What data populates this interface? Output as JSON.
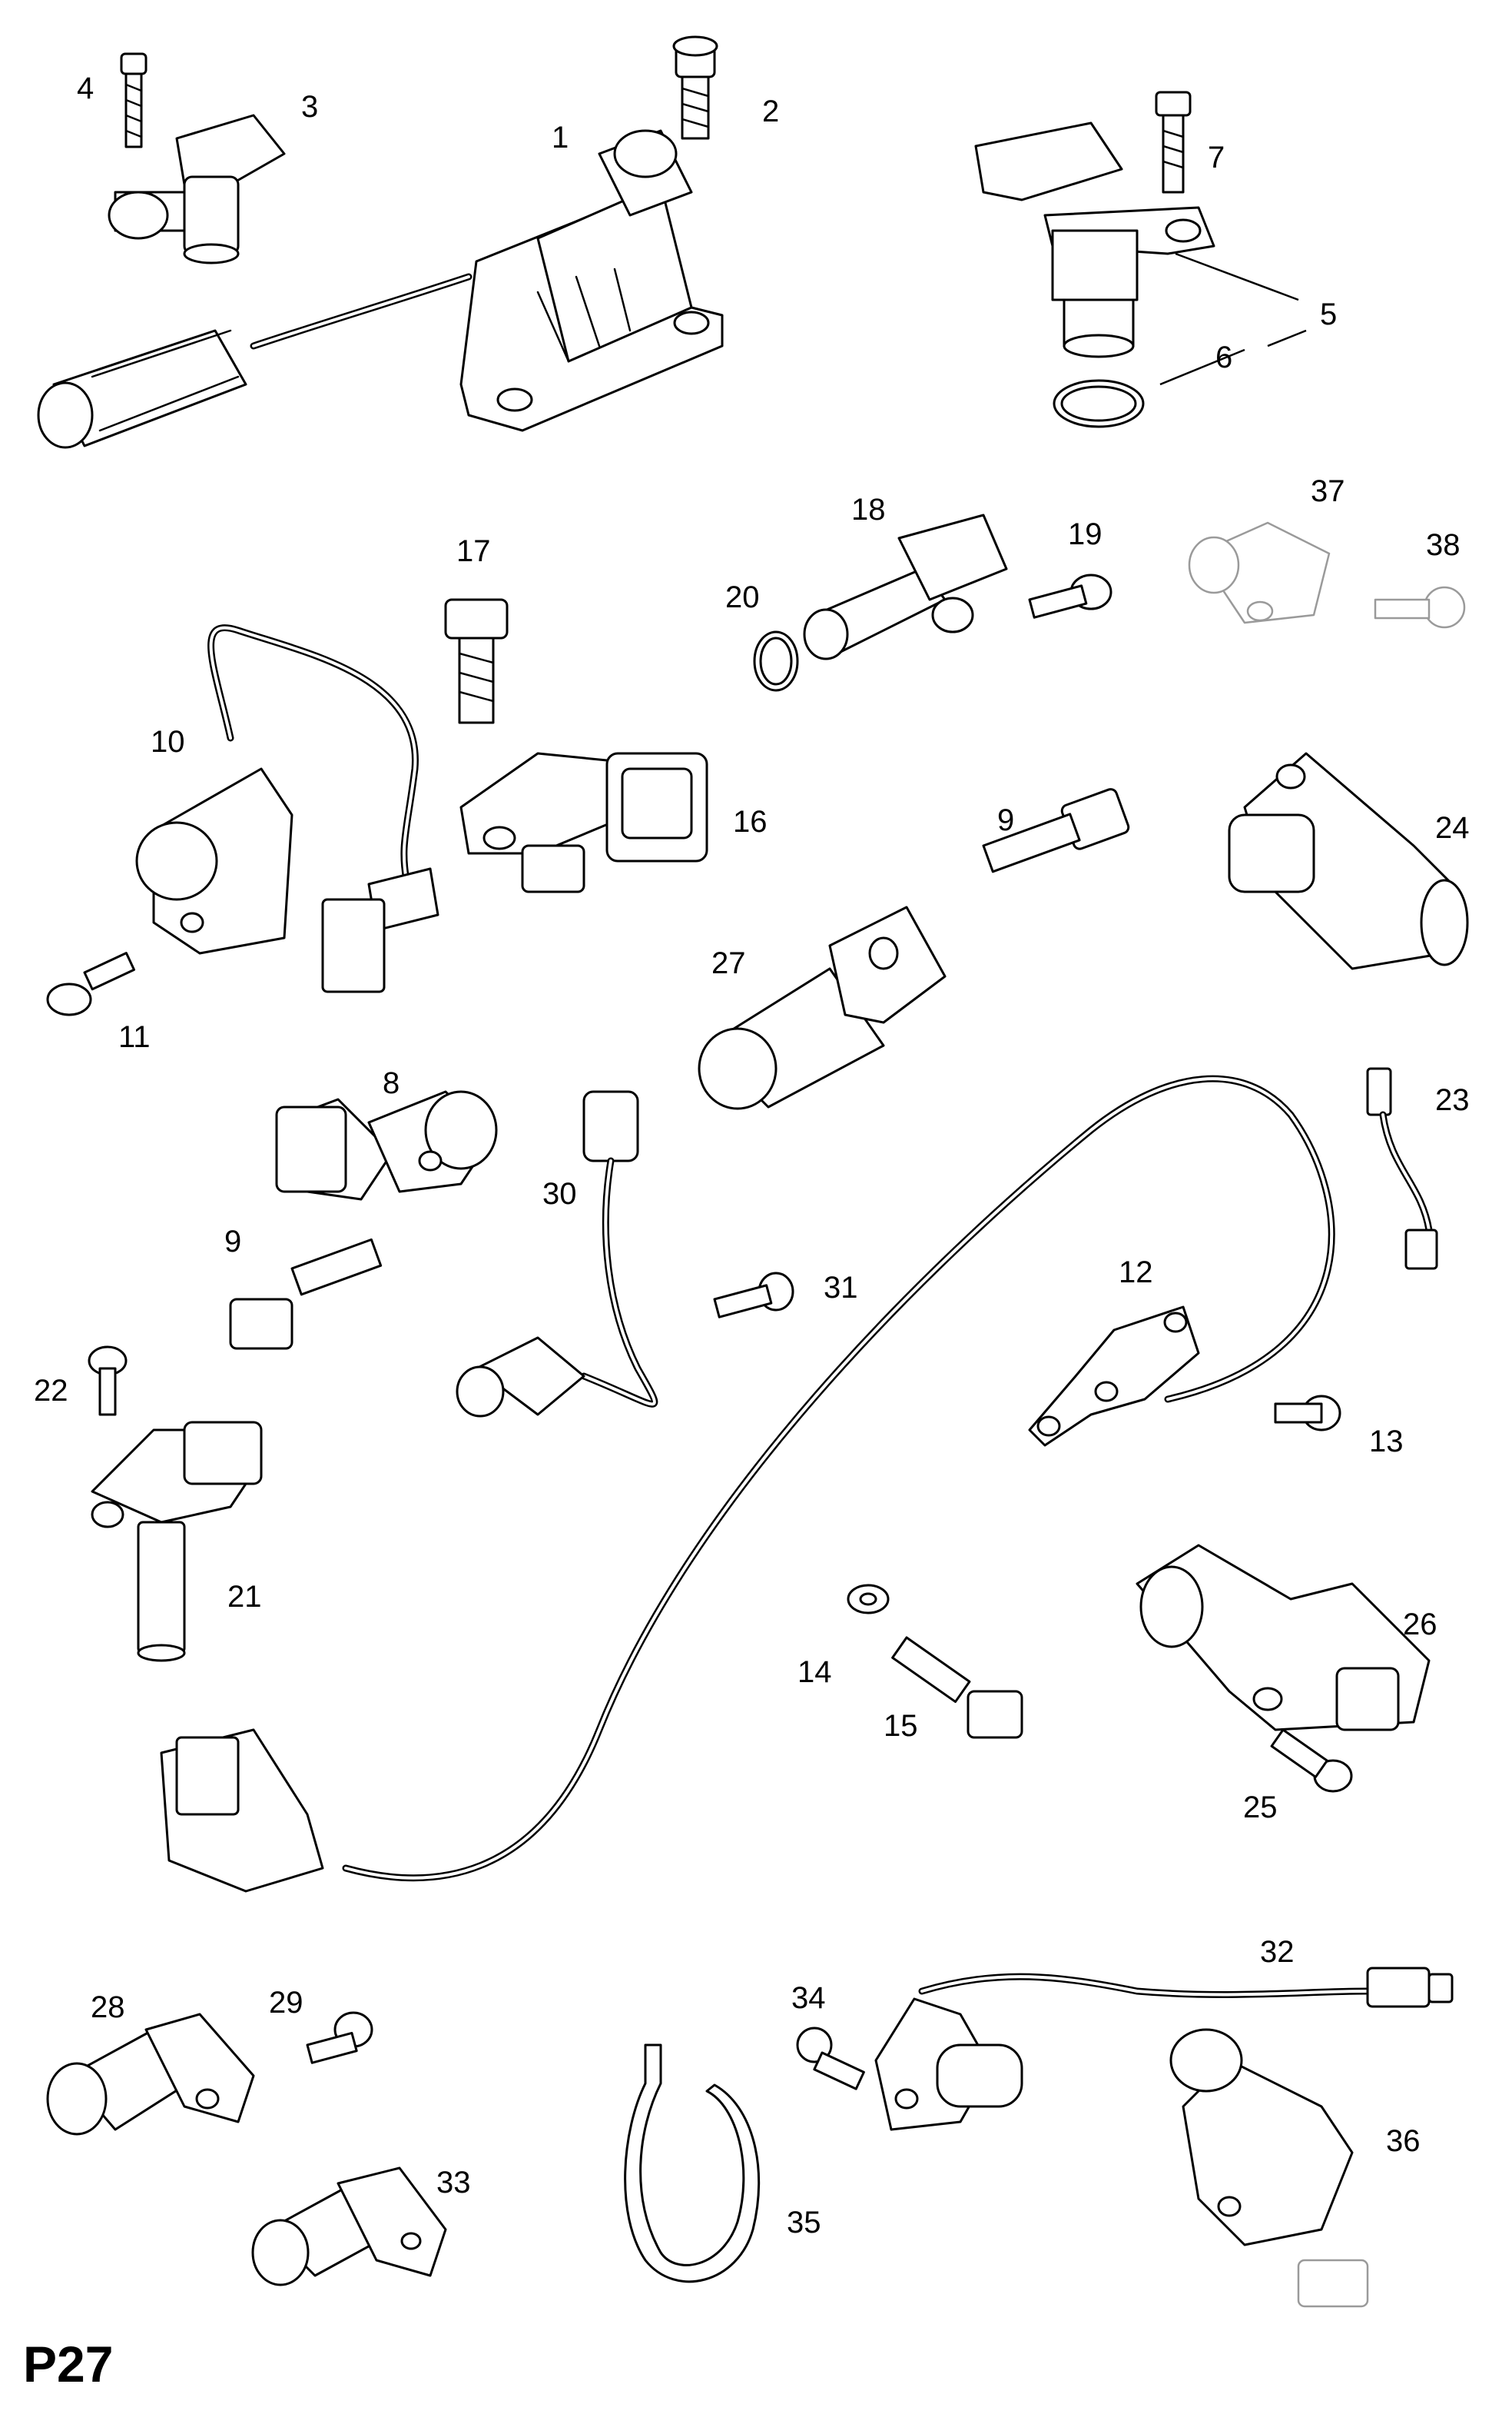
{
  "page_label": "P27",
  "callouts": [
    "1",
    "2",
    "3",
    "4",
    "5",
    "6",
    "7",
    "8",
    "9",
    "9",
    "10",
    "11",
    "12",
    "13",
    "14",
    "15",
    "16",
    "17",
    "18",
    "19",
    "20",
    "21",
    "22",
    "23",
    "24",
    "25",
    "26",
    "27",
    "28",
    "29",
    "30",
    "31",
    "32",
    "33",
    "34",
    "35",
    "36",
    "37",
    "38"
  ]
}
